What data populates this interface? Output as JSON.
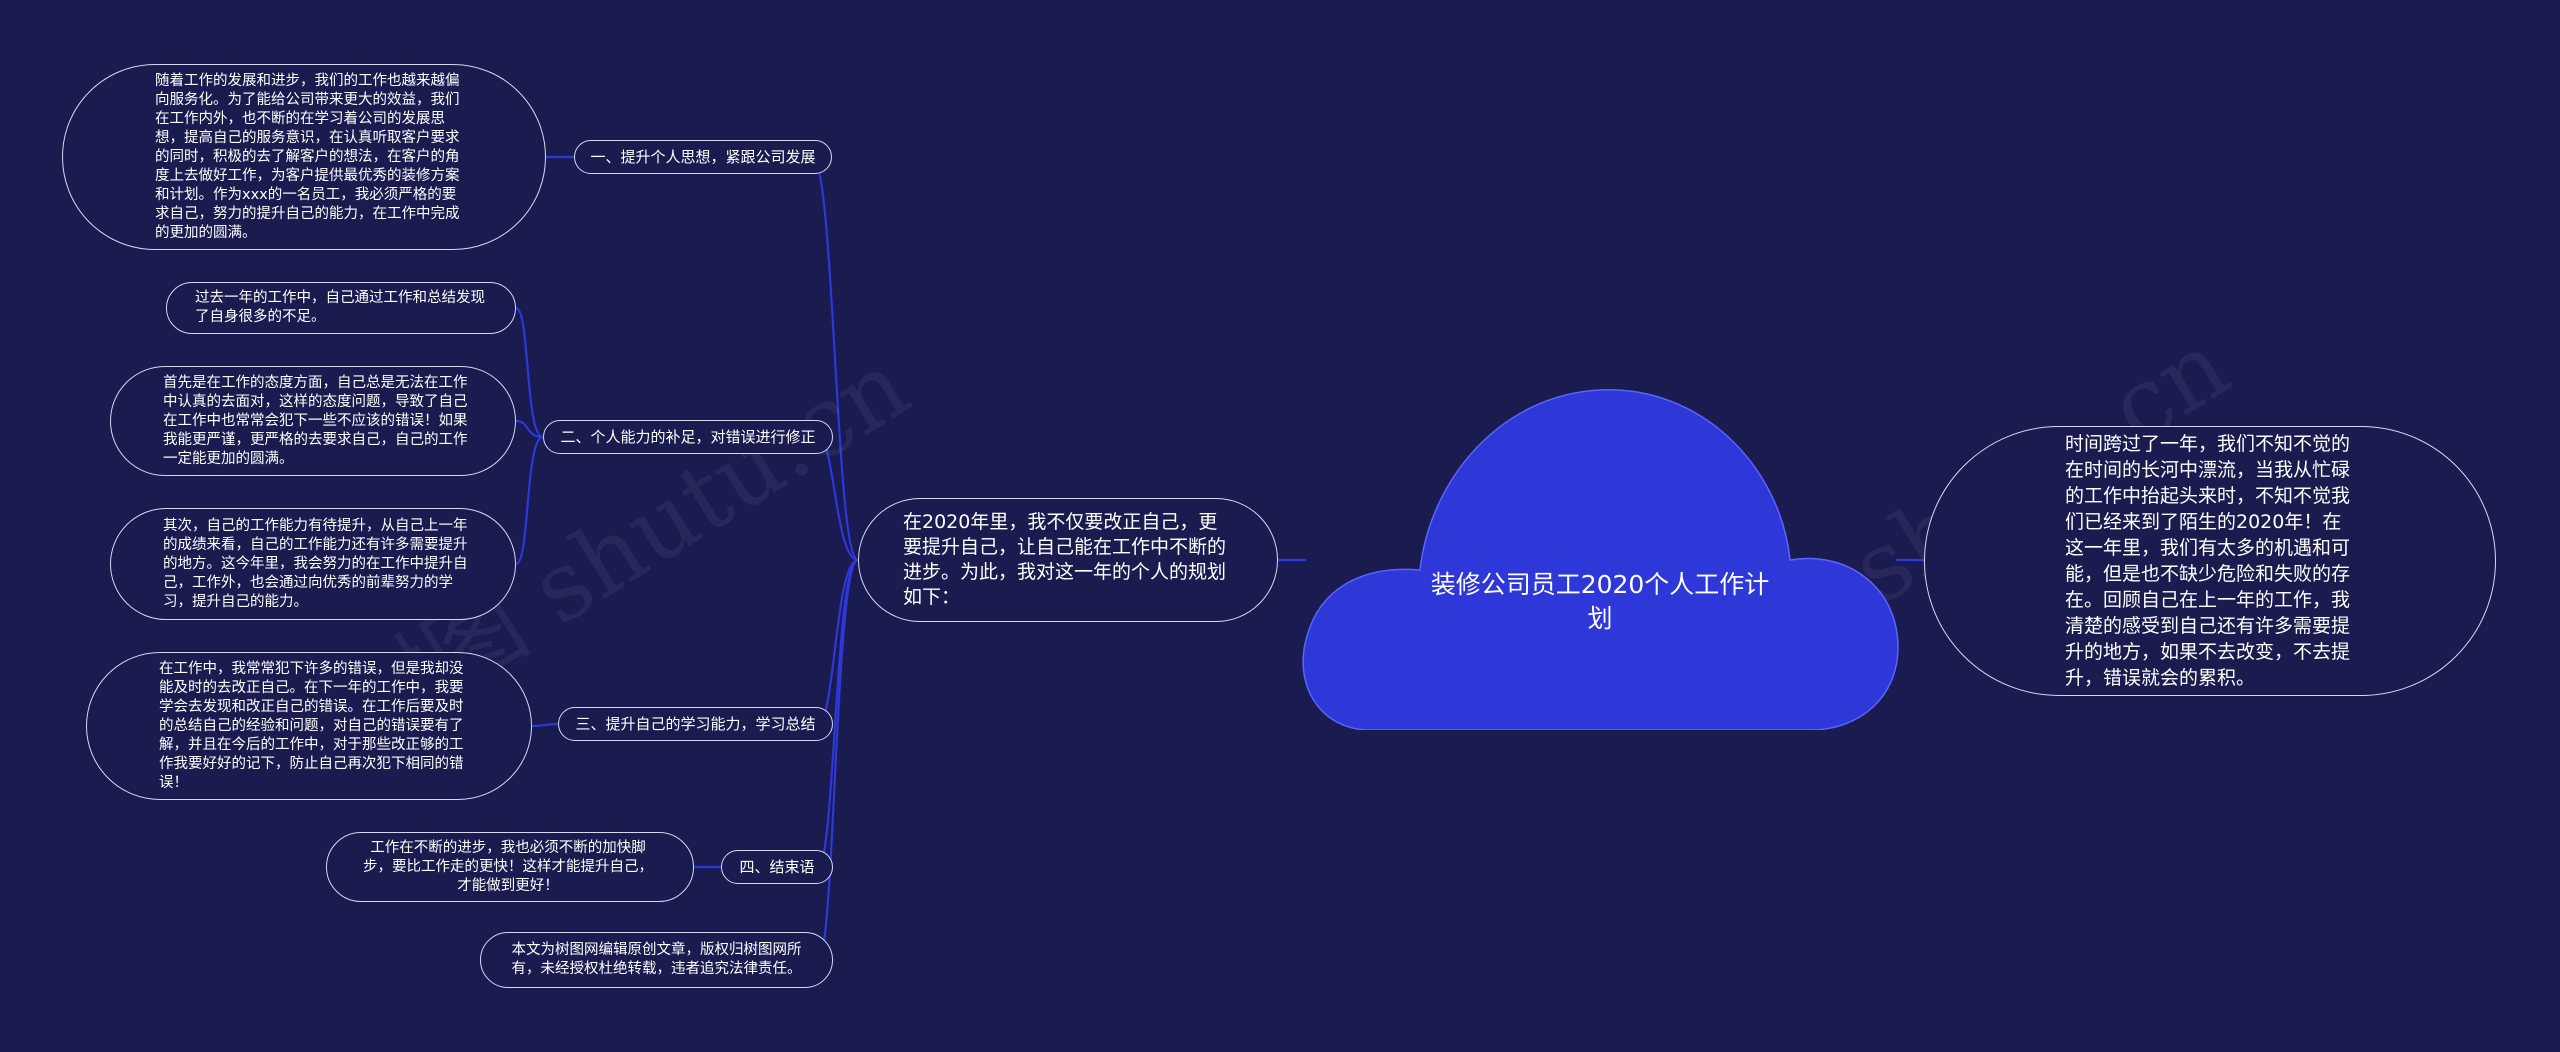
{
  "diagram": {
    "center": {
      "title": "装修公司员工2020个人工作计划",
      "fill": "#2e37d8"
    },
    "mid_node": {
      "text": "在2020年里，我不仅要改正自己，更要提升自己，让自己能在工作中不断的进步。为此，我对这一年的个人的规划如下："
    },
    "right_node": {
      "text": "时间跨过了一年，我们不知不觉的在时间的长河中漂流，当我从忙碌的工作中抬起头来时，不知不觉我们已经来到了陌生的2020年！在这一年里，我们有太多的机遇和可能，但是也不缺少危险和失败的存在。回顾自己在上一年的工作，我清楚的感受到自己还有许多需要提升的地方，如果不去改变，不去提升，错误就会的累积。"
    },
    "branches": [
      {
        "label": "一、提升个人思想，紧跟公司发展"
      },
      {
        "label": "二、个人能力的补足，对错误进行修正"
      },
      {
        "label": "三、提升自己的学习能力，学习总结"
      },
      {
        "label": "四、结束语"
      },
      {
        "label": "本文为树图网编辑原创文章，版权归树图网所有，未经授权杜绝转载，违者追究法律责任。"
      }
    ],
    "leaves": [
      {
        "text": "随着工作的发展和进步，我们的工作也越来越偏向服务化。为了能给公司带来更大的效益，我们在工作内外，也不断的在学习着公司的发展思想，提高自己的服务意识，在认真听取客户要求的同时，积极的去了解客户的想法，在客户的角度上去做好工作，为客户提供最优秀的装修方案和计划。作为xxx的一名员工，我必须严格的要求自己，努力的提升自己的能力，在工作中完成的更加的圆满。"
      },
      {
        "text": "过去一年的工作中，自己通过工作和总结发现了自身很多的不足。"
      },
      {
        "text": "首先是在工作的态度方面，自己总是无法在工作中认真的去面对，这样的态度问题，导致了自己在工作中也常常会犯下一些不应该的错误！如果我能更严谨，更严格的去要求自己，自己的工作一定能更加的圆满。"
      },
      {
        "text": "其次，自己的工作能力有待提升，从自己上一年的成绩来看，自己的工作能力还有许多需要提升的地方。这今年里，我会努力的在工作中提升自己，工作外，也会通过向优秀的前辈努力的学习，提升自己的能力。"
      },
      {
        "text": "在工作中，我常常犯下许多的错误，但是我却没能及时的去改正自己。在下一年的工作中，我要学会去发现和改正自己的错误。在工作后要及时的总结自己的经验和问题，对自己的错误要有了解，并且在今后的工作中，对于那些改正够的工作我要好好的记下，防止自己再次犯下相同的错误！"
      },
      {
        "text": "工作在不断的进步，我也必须不断的加快脚步，要比工作走的更快！这样才能提升自己，才能做到更好！"
      }
    ],
    "watermarks": [
      "树图 shutu.cn",
      "树图 shutu.cn"
    ],
    "colors": {
      "background": "#1a1b4f",
      "link": "#2e37d8",
      "node_border": "#d6d8f5"
    }
  }
}
